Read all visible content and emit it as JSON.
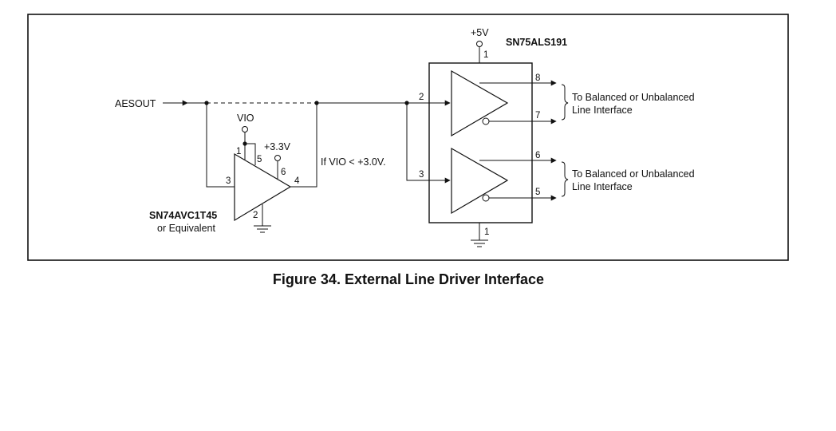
{
  "diagram": {
    "input_label": "AESOUT",
    "vio_label": "VIO",
    "supply_33_label": "+3.3V",
    "condition_label": "If VIO < +3.0V.",
    "supply_5v_label": "+5V",
    "translator_part": "SN74AVC1T45",
    "translator_equiv": "or Equivalent",
    "driver_part": "SN75ALS191",
    "translator_pins": {
      "p1": "1",
      "p2": "2",
      "p3": "3",
      "p4": "4",
      "p5": "5",
      "p6": "6"
    },
    "driver_pins": {
      "vcc": "1",
      "gnd": "1",
      "in_a": "2",
      "in_b": "3",
      "out_a_pos": "8",
      "out_a_neg": "7",
      "out_b_pos": "6",
      "out_b_neg": "5"
    },
    "output_a_line1": "To Balanced or Unbalanced",
    "output_a_line2": "Line Interface",
    "output_b_line1": "To Balanced or Unbalanced",
    "output_b_line2": "Line Interface"
  },
  "caption": "Figure 34. External Line Driver Interface"
}
